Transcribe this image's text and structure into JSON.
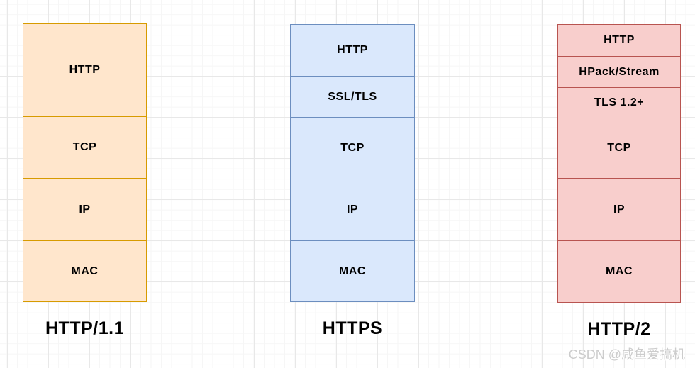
{
  "watermark": "CSDN @咸鱼爱搞机",
  "stacks": [
    {
      "title": "HTTP/1.1",
      "fill": "#ffe6cc",
      "stroke": "#d79b00",
      "layers": [
        {
          "label": "HTTP",
          "height": 130
        },
        {
          "label": "TCP",
          "height": 87
        },
        {
          "label": "IP",
          "height": 88
        },
        {
          "label": "MAC",
          "height": 86
        }
      ]
    },
    {
      "title": "HTTPS",
      "fill": "#dae8fc",
      "stroke": "#6c8ebf",
      "layers": [
        {
          "label": "HTTP",
          "height": 72
        },
        {
          "label": "SSL/TLS",
          "height": 58
        },
        {
          "label": "TCP",
          "height": 87
        },
        {
          "label": "IP",
          "height": 87
        },
        {
          "label": "MAC",
          "height": 86
        }
      ]
    },
    {
      "title": "HTTP/2",
      "fill": "#f8cecc",
      "stroke": "#b85450",
      "layers": [
        {
          "label": "HTTP",
          "height": 44
        },
        {
          "label": "HPack/Stream",
          "height": 44
        },
        {
          "label": "TLS 1.2+",
          "height": 43
        },
        {
          "label": "TCP",
          "height": 85
        },
        {
          "label": "IP",
          "height": 88
        },
        {
          "label": "MAC",
          "height": 87
        }
      ]
    }
  ]
}
